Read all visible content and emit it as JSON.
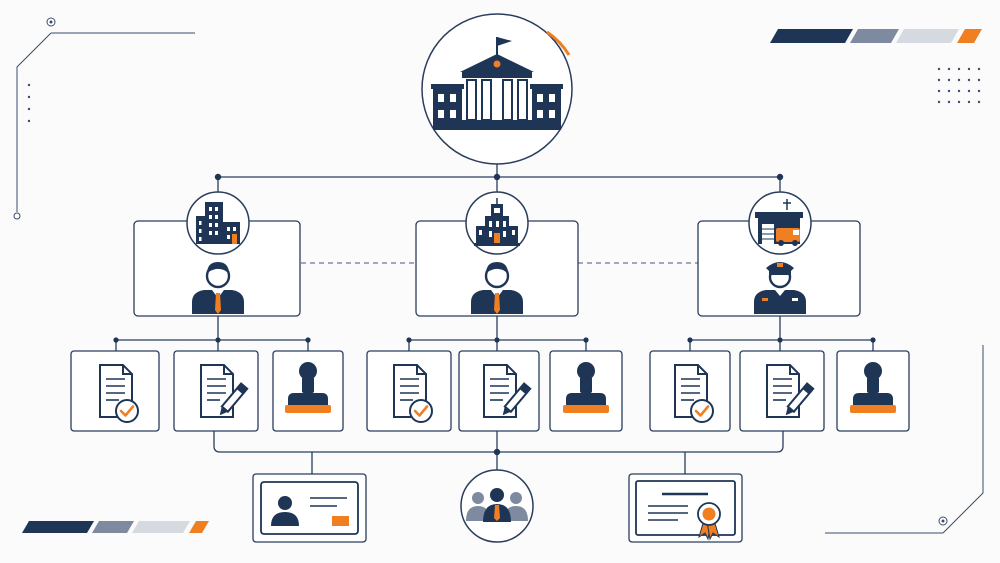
{
  "palette": {
    "navy": "#1e3556",
    "slate": "#7d8aa0",
    "light_slate": "#d5d9e0",
    "orange": "#f07f22",
    "line": "#3a4d6b",
    "dash": "#6b7890",
    "box_fill": "#ffffff",
    "background": "#fbfbfc"
  },
  "diagram": {
    "root": {
      "name": "government-building",
      "icon": "government-building-icon"
    },
    "departments": [
      {
        "name": "department-office",
        "building_icon": "office-tower-icon",
        "person_icon": "official-person-icon",
        "documents": [
          "document-approved-icon",
          "document-sign-icon",
          "rubber-stamp-icon"
        ]
      },
      {
        "name": "department-civic",
        "building_icon": "civic-hall-icon",
        "person_icon": "official-person-icon",
        "documents": [
          "document-approved-icon",
          "document-sign-icon",
          "rubber-stamp-icon"
        ]
      },
      {
        "name": "department-emergency",
        "building_icon": "fire-station-icon",
        "person_icon": "police-officer-icon",
        "documents": [
          "document-approved-icon",
          "document-sign-icon",
          "rubber-stamp-icon"
        ]
      }
    ],
    "outputs": [
      {
        "name": "id-card",
        "icon": "id-card-icon"
      },
      {
        "name": "citizens-group",
        "icon": "people-group-icon"
      },
      {
        "name": "certificate",
        "icon": "certificate-icon"
      }
    ]
  }
}
